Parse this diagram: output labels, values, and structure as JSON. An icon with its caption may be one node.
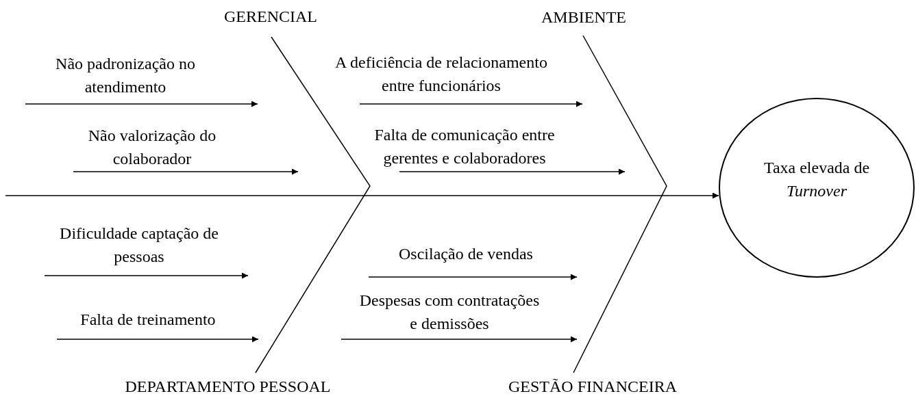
{
  "diagram": {
    "nodes": [
      {
        "text": [
          "GERENCIAL"
        ]
      },
      {
        "text": [
          "AMBIENTE"
        ]
      },
      {
        "text": [
          "Não padronização no atendimento"
        ]
      },
      {
        "text": [
          "A deficiência de relacionamento entre funcionários"
        ]
      },
      {
        "text": [
          "Não valorização do colaborador"
        ]
      },
      {
        "text": [
          "Falta de comunicação entre gerentes e colaboradores"
        ]
      },
      {
        "text": [
          "Taxa elevada de *Turnover*"
        ]
      },
      {
        "text": [
          "Dificuldade captação de pessoas"
        ]
      },
      {
        "text": [
          "Oscilação de vendas"
        ]
      },
      {
        "text": [
          "Falta de treinamento"
        ]
      },
      {
        "text": [
          "Despesas com contratações e demissões"
        ]
      },
      {
        "text": [
          "DEPARTAMENTO PESSOAL"
        ]
      },
      {
        "text": [
          "GESTÃO FINANCEIRA"
        ]
      }
    ],
    "edges": [
      {
        "from": null,
        "to": 6,
        "arrow": "to"
      },
      {
        "from": 0,
        "to": 11,
        "arrow": "none"
      },
      {
        "from": 1,
        "to": 12,
        "arrow": "none"
      },
      {
        "from": 2,
        "to": null,
        "arrow": "to"
      },
      {
        "from": 3,
        "to": null,
        "arrow": "to"
      },
      {
        "from": 4,
        "to": null,
        "arrow": "to"
      },
      {
        "from": 5,
        "to": null,
        "arrow": "to"
      },
      {
        "from": 7,
        "to": null,
        "arrow": "to"
      },
      {
        "from": 8,
        "to": null,
        "arrow": "to"
      },
      {
        "from": 9,
        "to": null,
        "arrow": "to"
      },
      {
        "from": 10,
        "to": null,
        "arrow": "to"
      }
    ]
  }
}
